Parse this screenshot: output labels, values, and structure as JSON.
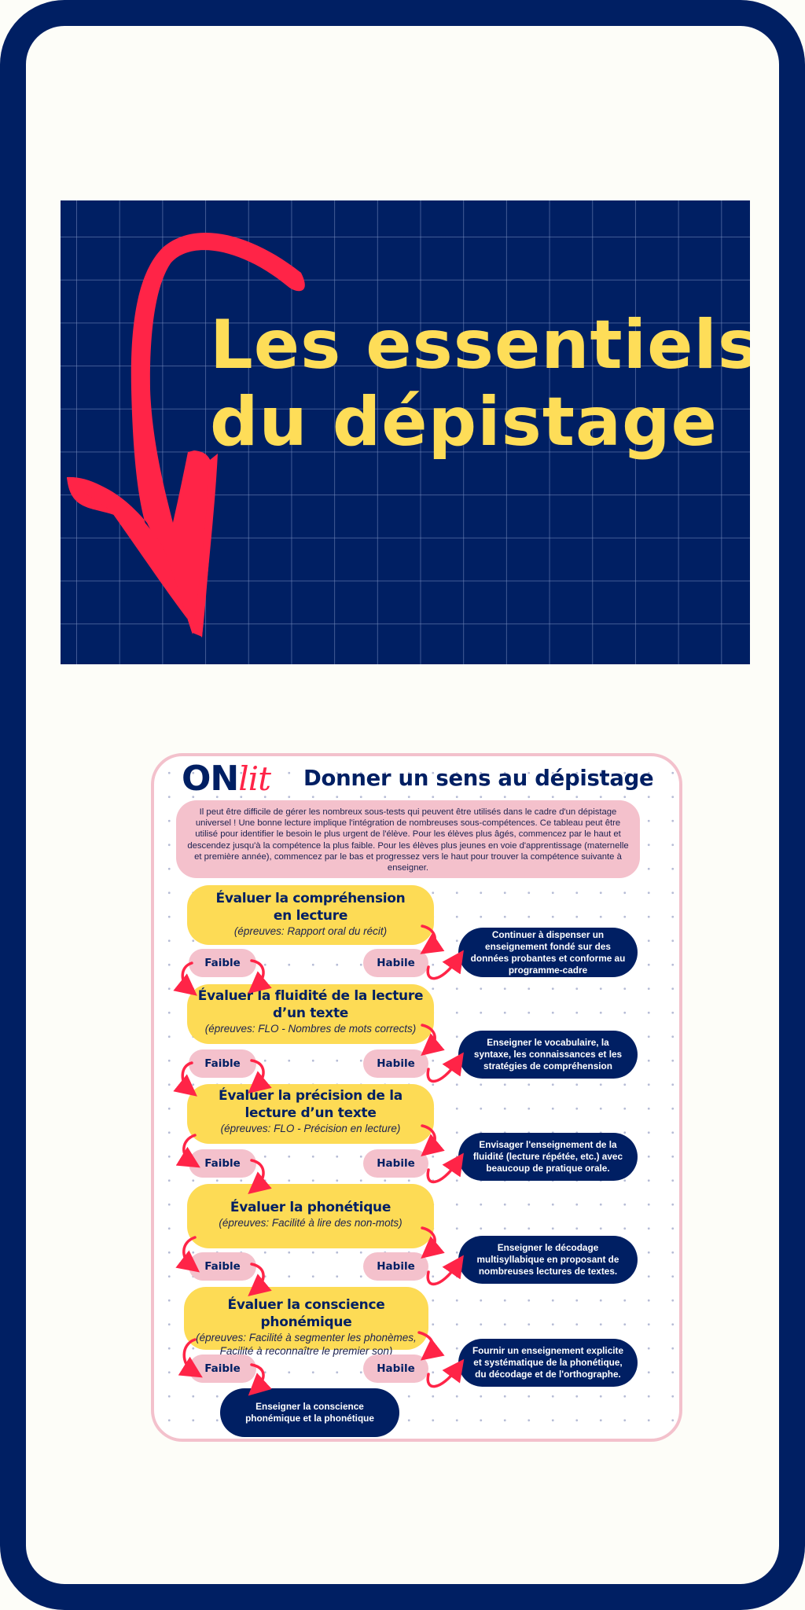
{
  "banner": {
    "title_line1": "Les essentiels",
    "title_line2": "du dépistage",
    "colors": {
      "background": "#001f63",
      "title": "#fedd58",
      "arrow": "#ff2447"
    }
  },
  "card": {
    "logo": {
      "on": "ON",
      "lit": "lit"
    },
    "title": "Donner un sens au dépistage",
    "intro": "Il peut être difficile de gérer les nombreux sous-tests qui peuvent être utilisés dans le cadre d'un dépistage universel ! Une bonne lecture implique l'intégration de nombreuses sous-compétences. Ce tableau peut être utilisé pour identifier le besoin le plus urgent de l'élève. Pour les élèves plus âgés, commencez par le haut et descendez jusqu'à la compétence la plus faible. Pour les élèves plus jeunes en voie d'apprentissage (maternelle et première année), commencez par le bas et progressez vers le haut pour trouver la compétence suivante à enseigner.",
    "steps": [
      {
        "title": "Évaluer la compréhension en lecture",
        "tests": "(épreuves: Rapport oral du récit)",
        "weak_label": "Faible",
        "skilled_label": "Habile",
        "skilled_action": "Continuer à dispenser un enseignement fondé sur des données probantes et conforme au programme-cadre"
      },
      {
        "title": "Évaluer la fluidité de la lecture d’un texte",
        "tests": "(épreuves: FLO - Nombres de mots corrects)",
        "weak_label": "Faible",
        "skilled_label": "Habile",
        "skilled_action": "Enseigner le vocabulaire, la syntaxe, les connaissances et les stratégies de compréhension"
      },
      {
        "title": "Évaluer la précision de la lecture d’un texte",
        "tests": "(épreuves: FLO - Précision en lecture)",
        "weak_label": "Faible",
        "skilled_label": "Habile",
        "skilled_action": "Envisager l'enseignement de la fluidité (lecture répétée, etc.) avec beaucoup de pratique orale."
      },
      {
        "title": "Évaluer la phonétique",
        "tests": "(épreuves: Facilité à lire des non-mots)",
        "weak_label": "Faible",
        "skilled_label": "Habile",
        "skilled_action": "Enseigner le décodage multisyllabique en proposant de nombreuses lectures de textes."
      },
      {
        "title": "Évaluer la conscience phonémique",
        "tests": "(épreuves: Facilité à segmenter les phonèmes, Facilité à reconnaître le premier son)",
        "weak_label": "Faible",
        "skilled_label": "Habile",
        "skilled_action": "Fournir un enseignement explicite et systématique de la phonétique, du décodage et de l'orthographe."
      }
    ],
    "final_weak_action": "Enseigner la conscience phonémique et la phonétique",
    "colors": {
      "step_box": "#fddb55",
      "pill": "#f4c1cc",
      "action_box": "#001f63",
      "arrow": "#ff2447",
      "border": "#f3c1cc"
    }
  },
  "frame": {
    "color": "#001f63"
  }
}
